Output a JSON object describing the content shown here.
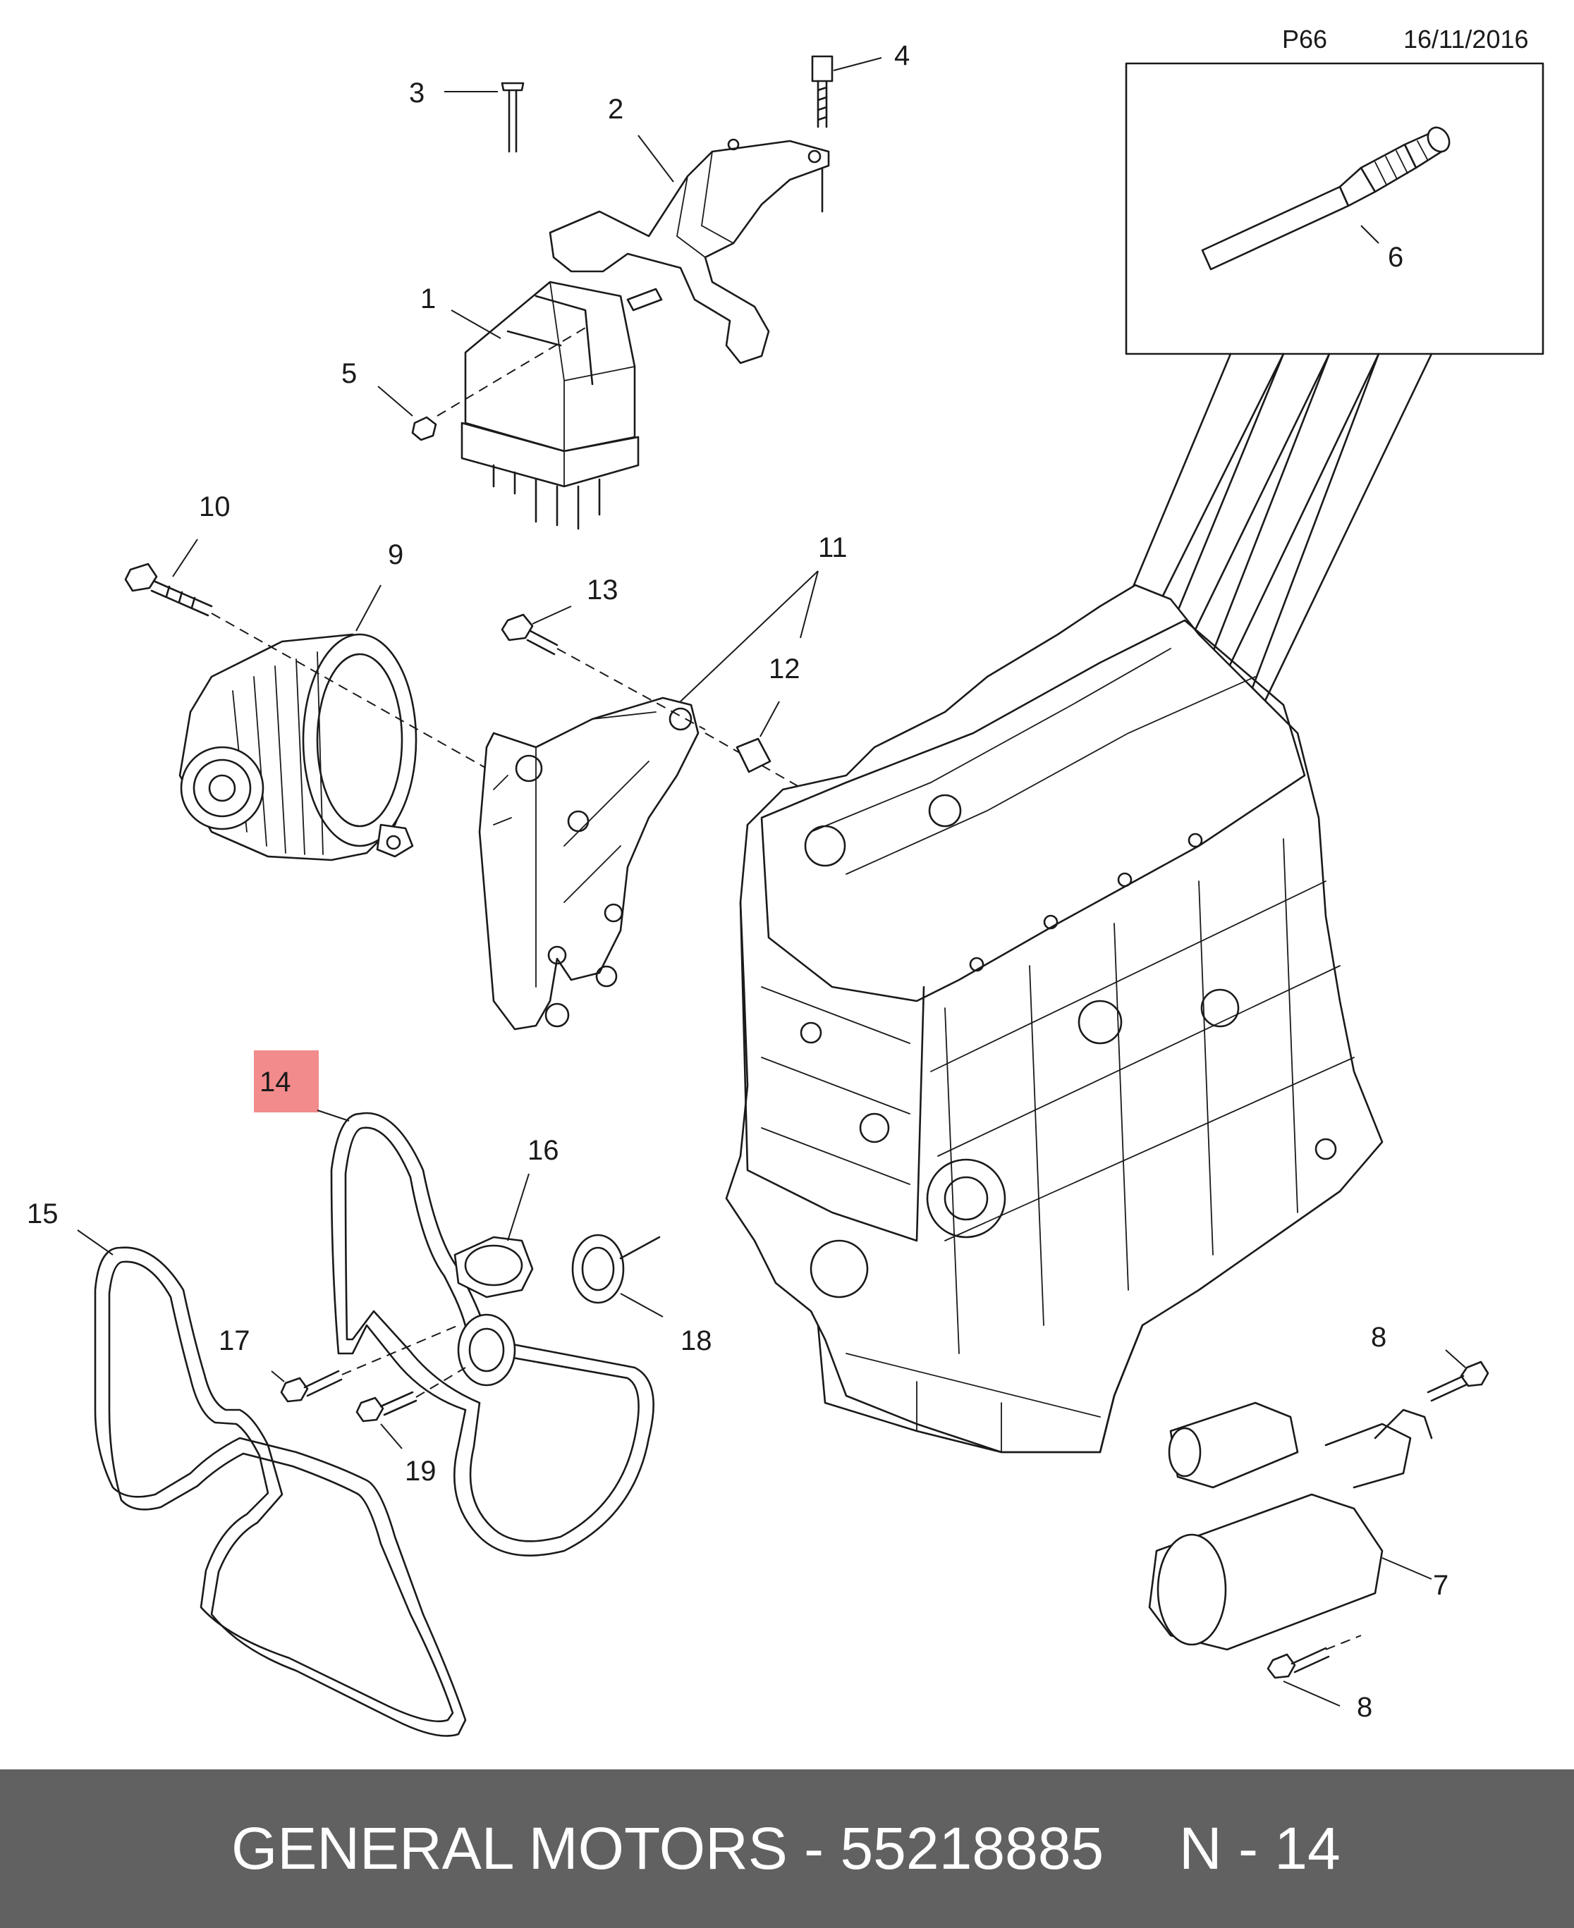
{
  "header": {
    "page_code": "P66",
    "date": "16/11/2016"
  },
  "callouts": {
    "c1": "1",
    "c2": "2",
    "c3": "3",
    "c4": "4",
    "c5": "5",
    "c6": "6",
    "c7": "7",
    "c8a": "8",
    "c8b": "8",
    "c9": "9",
    "c10": "10",
    "c11": "11",
    "c12": "12",
    "c13": "13",
    "c14": "14",
    "c15": "15",
    "c16": "16",
    "c17": "17",
    "c18": "18",
    "c19": "19"
  },
  "highlight": {
    "callout": "14",
    "color": "#f28b8b"
  },
  "footer": {
    "brand_part": "GENERAL MOTORS - 55218885",
    "ref": "N - 14",
    "background": "#616161"
  }
}
